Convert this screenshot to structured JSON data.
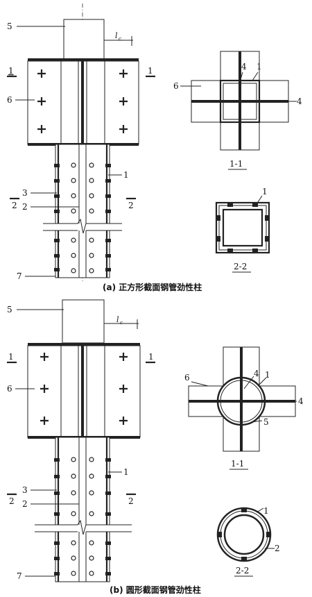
{
  "figure_a": {
    "caption": "(a) 正方形截面钢管劲性柱",
    "callouts": {
      "c1": "1",
      "c2": "2",
      "c3": "3",
      "c5": "5",
      "c6": "6",
      "c7": "7",
      "lc": "l",
      "lc_sub": "c"
    },
    "section_mark_1": "1",
    "section_mark_2": "2",
    "section_1_1": {
      "title": "1-1",
      "c1": "1",
      "c4a": "4",
      "c4b": "4",
      "c6": "6"
    },
    "section_2_2": {
      "title": "2-2",
      "c1": "1"
    }
  },
  "figure_b": {
    "caption": "(b) 圆形截面钢管劲性柱",
    "callouts": {
      "c1": "1",
      "c2": "2",
      "c3": "3",
      "c5": "5",
      "c6": "6",
      "c7": "7",
      "lc": "l",
      "lc_sub": "c"
    },
    "section_mark_1": "1",
    "section_mark_2": "2",
    "section_1_1": {
      "title": "1-1",
      "c1": "1",
      "c4a": "4",
      "c4b": "4",
      "c5": "5",
      "c6": "6"
    },
    "section_2_2": {
      "title": "2-2",
      "c1": "1",
      "c2": "2"
    }
  }
}
